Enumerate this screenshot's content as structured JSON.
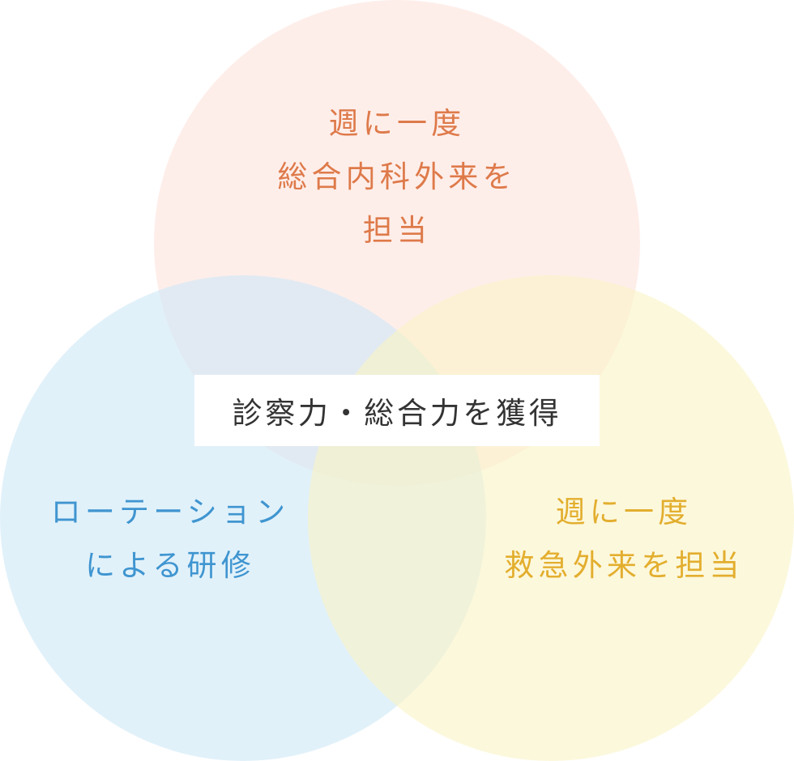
{
  "diagram": {
    "circles": [
      {
        "id": "top",
        "lines": [
          "週に一度",
          "総合内科外来を",
          "担当"
        ],
        "fill_color": "#fde3dc",
        "text_color": "#de7a4a"
      },
      {
        "id": "left",
        "lines": [
          "ローテーション",
          "による研修"
        ],
        "fill_color": "#cde7f6",
        "text_color": "#3f95d0"
      },
      {
        "id": "right",
        "lines": [
          "週に一度",
          "救急外来を担当"
        ],
        "fill_color": "#faf4c4",
        "text_color": "#e3ae2e"
      }
    ],
    "center": {
      "text": "診察力・総合力を獲得",
      "text_color": "#333333",
      "background": "#ffffff"
    }
  }
}
